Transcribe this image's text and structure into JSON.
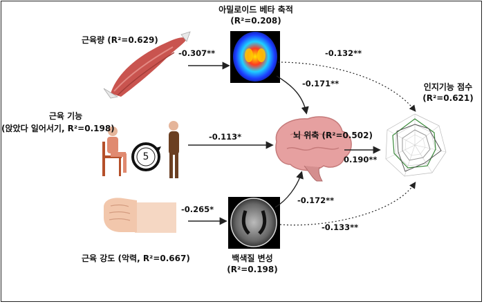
{
  "nodes": {
    "amyloid": {
      "title": "아밀로이드 베타 축적",
      "r2": "(R²=0.208)"
    },
    "muscle_mass": {
      "label": "근육량 (R²=0.629)"
    },
    "muscle_function": {
      "title": "근육 기능",
      "subtitle": "(앉았다 일어서기, R²=0.198)"
    },
    "brain_atrophy": {
      "label": "뇌 위축 (R²=0.502)"
    },
    "cognition": {
      "title": "인지기능 점수",
      "r2": "(R²=0.621)"
    },
    "muscle_strength": {
      "label": "근육 강도 (악력, R²=0.667)"
    },
    "white_matter": {
      "title": "백색질 변성",
      "r2": "(R²=0.198)"
    }
  },
  "paths": {
    "mass_to_amyloid": "-0.307**",
    "amyloid_to_cognition": "-0.132**",
    "amyloid_to_atrophy": "-0.171**",
    "function_to_atrophy": "-0.113*",
    "atrophy_to_cognition": "0.190**",
    "strength_to_wm": "-0.265*",
    "wm_to_atrophy": "-0.172**",
    "wm_to_cognition": "-0.133**"
  },
  "icons": {
    "sit_stand_number": "5"
  },
  "colors": {
    "muscle": "#c9544f",
    "brain": "#e6a0a0",
    "arrow": "#222222",
    "mri_bg": "#0a1a8a"
  }
}
